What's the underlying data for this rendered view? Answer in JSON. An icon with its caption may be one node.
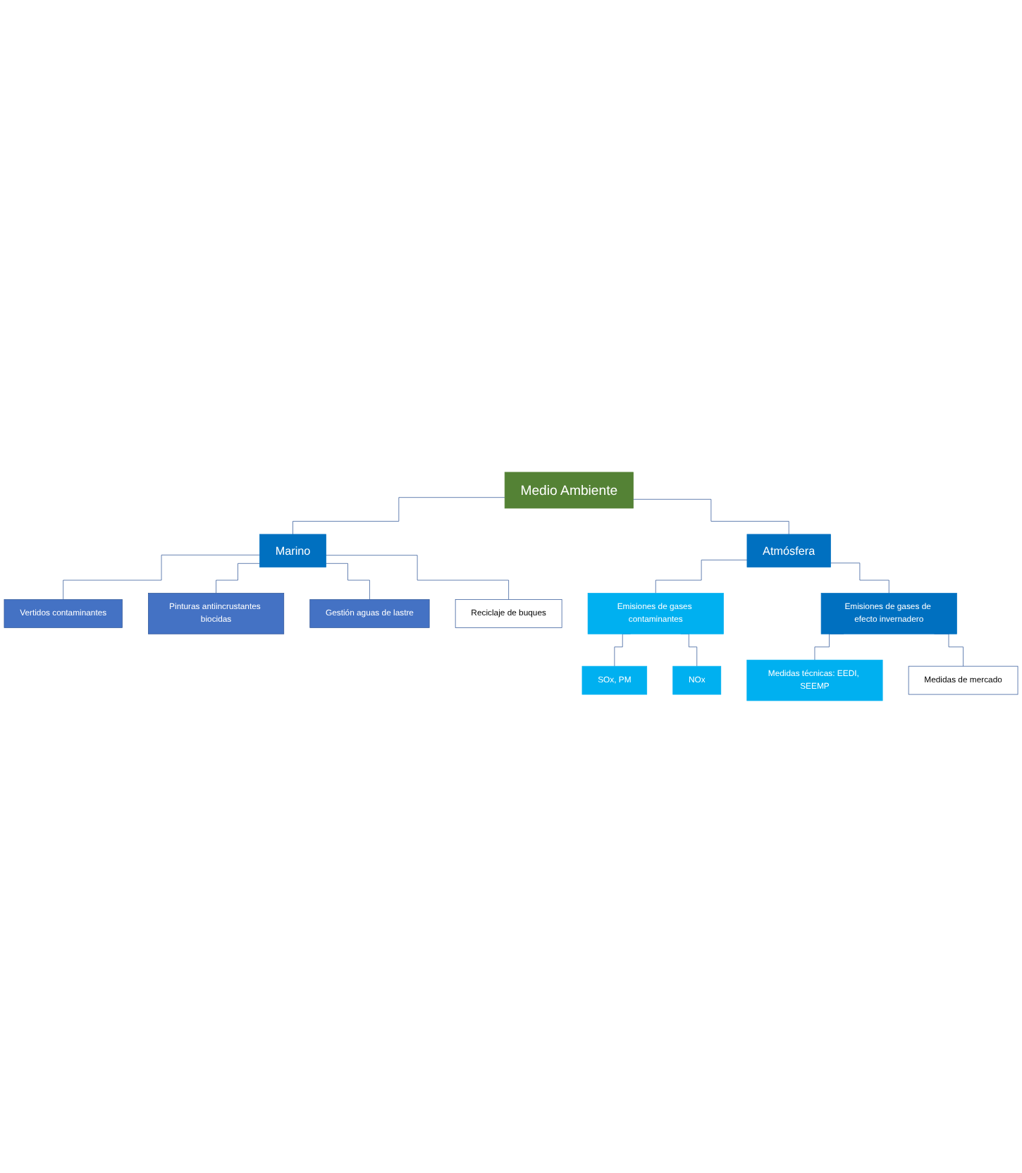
{
  "diagram": {
    "nodes": [
      {
        "text": [
          "Medio Ambiente"
        ]
      },
      {
        "text": [
          "Marino"
        ]
      },
      {
        "text": [
          "Atmósfera"
        ]
      },
      {
        "text": [
          "Vertidos contaminantes"
        ]
      },
      {
        "text": [
          "Pinturas antiincrustantes biocidas"
        ]
      },
      {
        "text": [
          "Gestión aguas de lastre"
        ]
      },
      {
        "text": [
          "Reciclaje de buques"
        ]
      },
      {
        "text": [
          "Emisiones de gases contaminantes"
        ]
      },
      {
        "text": [
          "Emisiones de gases de efecto invernadero"
        ]
      },
      {
        "text": [
          "SOx, PM"
        ]
      },
      {
        "text": [
          "NOx"
        ]
      },
      {
        "text": [
          "Medidas técnicas: EEDI, SEEMP"
        ]
      },
      {
        "text": [
          "Medidas de mercado"
        ]
      }
    ],
    "edges": [
      {
        "from": 0,
        "to": 1,
        "arrow": "none"
      },
      {
        "from": 0,
        "to": 2,
        "arrow": "none"
      },
      {
        "from": 1,
        "to": 3,
        "arrow": "none"
      },
      {
        "from": 1,
        "to": 4,
        "arrow": "none"
      },
      {
        "from": 1,
        "to": 5,
        "arrow": "none"
      },
      {
        "from": 1,
        "to": 6,
        "arrow": "none"
      },
      {
        "from": 2,
        "to": 7,
        "arrow": "none"
      },
      {
        "from": 2,
        "to": 8,
        "arrow": "none"
      },
      {
        "from": 7,
        "to": 9,
        "arrow": "none"
      },
      {
        "from": 7,
        "to": 10,
        "arrow": "none"
      },
      {
        "from": 8,
        "to": 11,
        "arrow": "none"
      },
      {
        "from": 8,
        "to": 12,
        "arrow": "none"
      }
    ]
  }
}
